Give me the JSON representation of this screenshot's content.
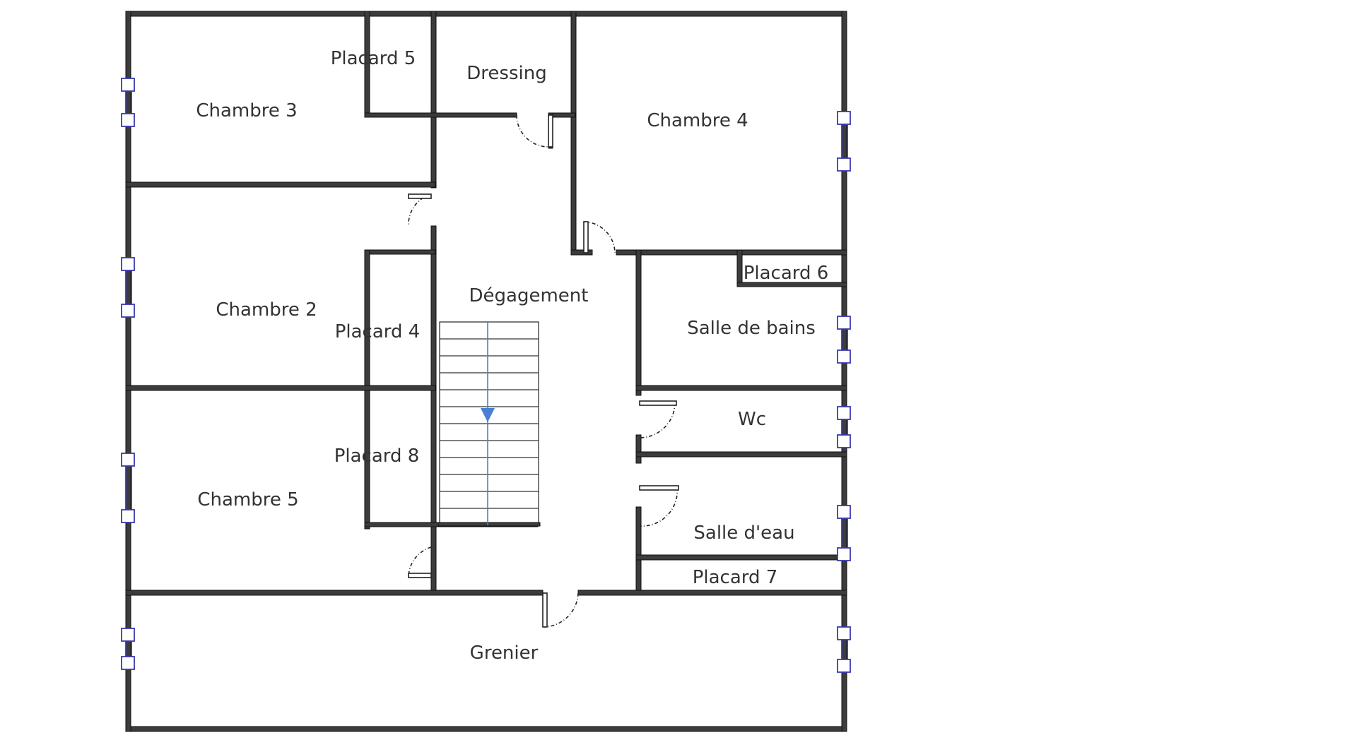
{
  "rooms": {
    "chambre3": "Chambre 3",
    "placard5": "Placard 5",
    "dressing": "Dressing",
    "chambre4": "Chambre 4",
    "chambre2": "Chambre 2",
    "placard4": "Placard 4",
    "degagement": "Dégagement",
    "placard6": "Placard 6",
    "salle_de_bains": "Salle de bains",
    "wc": "Wc",
    "placard8": "Placard 8",
    "chambre5": "Chambre 5",
    "salle_d_eau": "Salle d'eau",
    "placard7": "Placard 7",
    "grenier": "Grenier"
  },
  "colors": {
    "wall": "#3c3c3c",
    "window": "#3a3ab0",
    "stair_arrow": "#4a7fd4"
  }
}
